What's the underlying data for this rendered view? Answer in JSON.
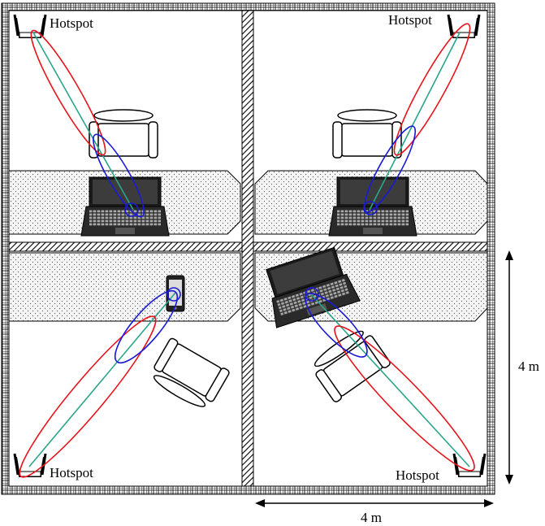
{
  "labels": {
    "hotspot_top_left": "Hotspot",
    "hotspot_top_right": "Hotspot",
    "hotspot_bottom_left": "Hotspot",
    "hotspot_bottom_right": "Hotspot",
    "dimension_vertical": "4 m",
    "dimension_horizontal": "4 m"
  },
  "colors": {
    "beam_outer": "#e8141c",
    "beam_inner": "#1a1ad6",
    "beam_axis": "#2aa58a",
    "wall": "#000000",
    "desk_fill": "#f2f2f2"
  },
  "icons": [
    "router-icon",
    "laptop-icon",
    "smartphone-icon",
    "chair-icon"
  ]
}
